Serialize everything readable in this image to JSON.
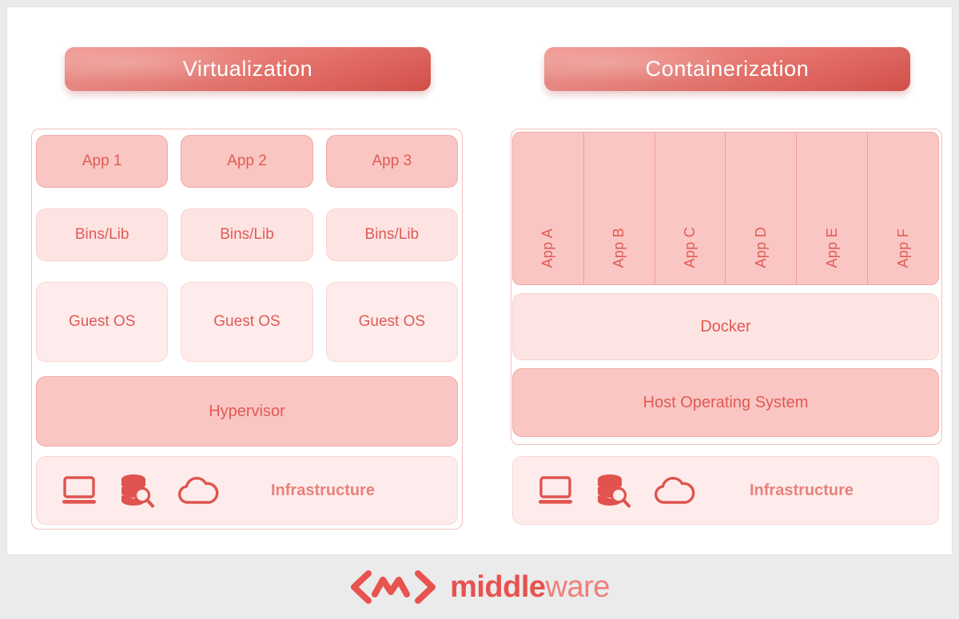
{
  "theme": {
    "page_background": "#ebebeb",
    "card_background": "#ffffff",
    "accent_red": "#e05a55",
    "header_gradient_from": "#ef8d86",
    "header_gradient_to": "#d9534c",
    "box_fill_mid": "#fac6c3",
    "box_fill_light": "#fde4e3",
    "box_fill_pale": "#fdeceb"
  },
  "virtualization": {
    "header": "Virtualization",
    "apps": [
      "App 1",
      "App 2",
      "App 3"
    ],
    "bins": [
      "Bins/Lib",
      "Bins/Lib",
      "Bins/Lib"
    ],
    "guest_os": [
      "Guest OS",
      "Guest OS",
      "Guest OS"
    ],
    "hypervisor": "Hypervisor",
    "infrastructure": {
      "label": "Infrastructure",
      "icons": [
        "laptop-icon",
        "database-search-icon",
        "cloud-icon"
      ]
    }
  },
  "containerization": {
    "header": "Containerization",
    "apps": [
      "App A",
      "App B",
      "App C",
      "App D",
      "App E",
      "App F"
    ],
    "docker": "Docker",
    "host_os": "Host Operating System",
    "infrastructure": {
      "label": "Infrastructure",
      "icons": [
        "laptop-icon",
        "database-search-icon",
        "cloud-icon"
      ]
    }
  },
  "footer": {
    "logo_mark": "middleware-chevron-logo-icon",
    "brand_bold": "middle",
    "brand_light": "ware"
  }
}
